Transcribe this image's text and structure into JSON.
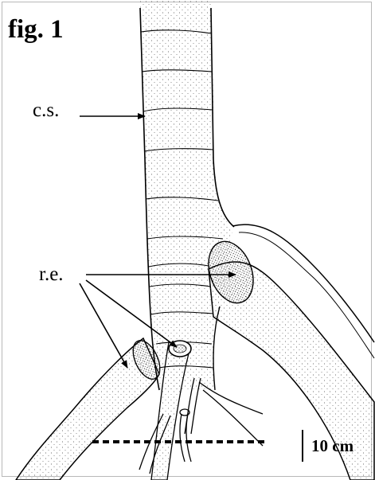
{
  "figure_label": "fig. 1",
  "annotations": {
    "cs": "c.s.",
    "re": "r.e."
  },
  "scale_bar": {
    "label": "10 cm"
  },
  "colors": {
    "ink": "#000000",
    "background": "#ffffff",
    "frame": "#b8b8b8"
  }
}
